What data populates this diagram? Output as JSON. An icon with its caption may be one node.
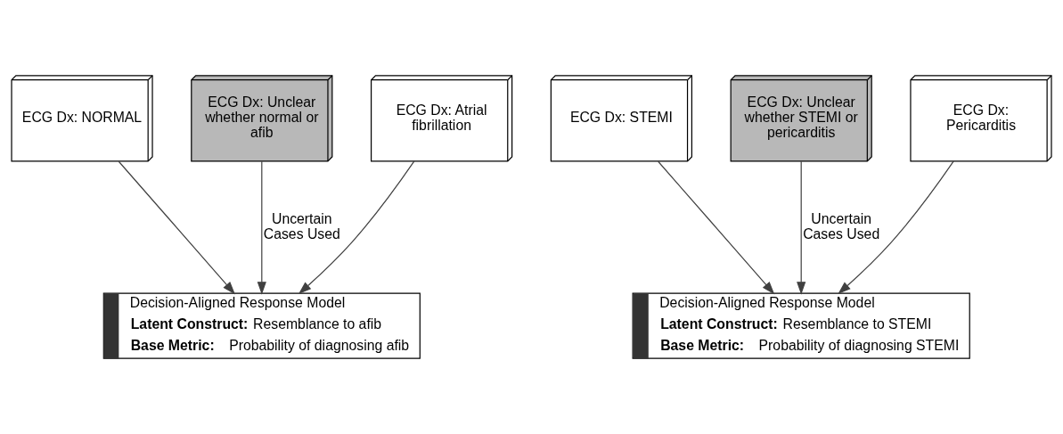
{
  "diagram": {
    "nodes": [
      {
        "text": [
          "ECG Dx: NORMAL"
        ]
      },
      {
        "text": [
          "ECG Dx: Unclear whether normal or afib"
        ]
      },
      {
        "text": [
          "ECG Dx: Atrial fibrillation"
        ]
      },
      {
        "text": [
          "Decision-Aligned Response Model",
          "**Latent Construct:** Resemblance to afib",
          "**Base Metric:**   Probability of diagnosing afib"
        ]
      },
      {
        "text": [
          "ECG Dx: STEMI"
        ]
      },
      {
        "text": [
          "ECG Dx: Unclear whether STEMI or pericarditis"
        ]
      },
      {
        "text": [
          "ECG Dx: Pericarditis"
        ]
      },
      {
        "text": [
          "Decision-Aligned Response Model",
          "**Latent Construct:** Resemblance to STEMI",
          "**Base Metric:**   Probability of diagnosing STEMI"
        ]
      }
    ],
    "edges": [
      {
        "from": 0,
        "to": 3,
        "arrow": "to"
      },
      {
        "from": 1,
        "to": 3,
        "arrow": "to",
        "label": "Uncertain Cases Used"
      },
      {
        "from": 2,
        "to": 3,
        "arrow": "to"
      },
      {
        "from": 4,
        "to": 7,
        "arrow": "to"
      },
      {
        "from": 5,
        "to": 7,
        "arrow": "to",
        "label": "Uncertain Cases Used"
      },
      {
        "from": 6,
        "to": 7,
        "arrow": "to"
      }
    ]
  }
}
